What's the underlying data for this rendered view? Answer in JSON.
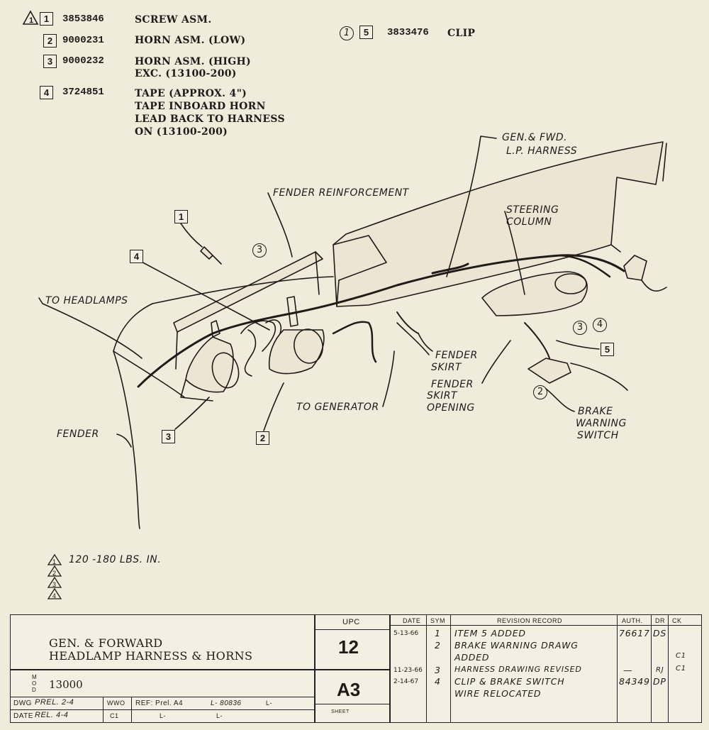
{
  "parts_list": [
    {
      "item": "1",
      "part_no": "3853846",
      "desc": [
        "SCREW ASM."
      ],
      "has_note_triangle": true
    },
    {
      "item": "2",
      "part_no": "9000231",
      "desc": [
        "HORN ASM. (LOW)"
      ]
    },
    {
      "item": "3",
      "part_no": "9000232",
      "desc": [
        "HORN ASM. (HIGH)",
        "EXC. (13100-200)"
      ]
    },
    {
      "item": "4",
      "part_no": "3724851",
      "desc": [
        "TAPE (APPROX. 4\")",
        "TAPE INBOARD HORN",
        "LEAD BACK TO HARNESS",
        "ON (13100-200)"
      ]
    }
  ],
  "parts_list_right": {
    "rev_mark": "1",
    "item": "5",
    "part_no": "3833476",
    "desc": "CLIP"
  },
  "diagram_labels": {
    "gen_harness": [
      "GEN.& FWD.",
      "L.P. HARNESS"
    ],
    "fender_reinforcement": "FENDER REINFORCEMENT",
    "steering_column": [
      "STEERING",
      "COLUMN"
    ],
    "to_headlamps": "TO HEADLAMPS",
    "fender_skirt": [
      "FENDER",
      "SKIRT"
    ],
    "fender_skirt_opening": [
      "FENDER",
      "SKIRT",
      "OPENING"
    ],
    "to_generator": "TO GENERATOR",
    "brake_warning_switch": [
      "BRAKE",
      "WARNING",
      "SWITCH"
    ],
    "fender": "FENDER",
    "callout_boxes": [
      "1",
      "4",
      "5",
      "3",
      "2"
    ],
    "callout_circles": [
      "3",
      "3",
      "4",
      "2"
    ]
  },
  "notes": {
    "torque": "120 -180 LBS. IN.",
    "triangle_numbers": [
      "1",
      "2",
      "3",
      "4"
    ]
  },
  "title_block": {
    "title_line1": "GEN. & FORWARD",
    "title_line2": "HEADLAMP HARNESS & HORNS",
    "mod_label": "MOD",
    "mod_value": "13000",
    "upc_label": "UPC",
    "upc_value": "12",
    "group_value": "A3",
    "dwg_label": "DWG",
    "dwg_prel": "PREL. 2-4",
    "date_label": "DATE",
    "date_rel": "REL. 4-4",
    "initials1": "WWO",
    "initials2": "C1",
    "ref_label": "REF: Prel. A4",
    "ref_l1": "L- 80836",
    "ref_l2": "L-",
    "ref_l3": "L-",
    "ref_l4": "L-",
    "sheet_label": "SHEET",
    "rev_headers": {
      "date": "DATE",
      "sym": "SYM",
      "record": "REVISION RECORD",
      "auth": "AUTH.",
      "dr": "DR",
      "ck": "CK"
    },
    "revisions": [
      {
        "date": "5-13-66",
        "sym": "1",
        "text": "ITEM 5 ADDED",
        "auth": "76617",
        "dr": "DS",
        "ck": ""
      },
      {
        "date": "",
        "sym": "2",
        "text": "BRAKE WARNING DRAWG",
        "auth": "",
        "dr": "",
        "ck": "C1"
      },
      {
        "date": "",
        "sym": "",
        "text": "ADDED",
        "auth": "",
        "dr": "",
        "ck": ""
      },
      {
        "date": "11-23-66",
        "sym": "3",
        "text": "HARNESS DRAWING REVISED",
        "auth": "—",
        "dr": "RJ",
        "ck": "C1"
      },
      {
        "date": "2-14-67",
        "sym": "4",
        "text": "CLIP & BRAKE SWITCH",
        "auth": "84349",
        "dr": "DP",
        "ck": ""
      },
      {
        "date": "",
        "sym": "",
        "text": "WIRE RELOCATED",
        "auth": "",
        "dr": "",
        "ck": ""
      }
    ]
  }
}
